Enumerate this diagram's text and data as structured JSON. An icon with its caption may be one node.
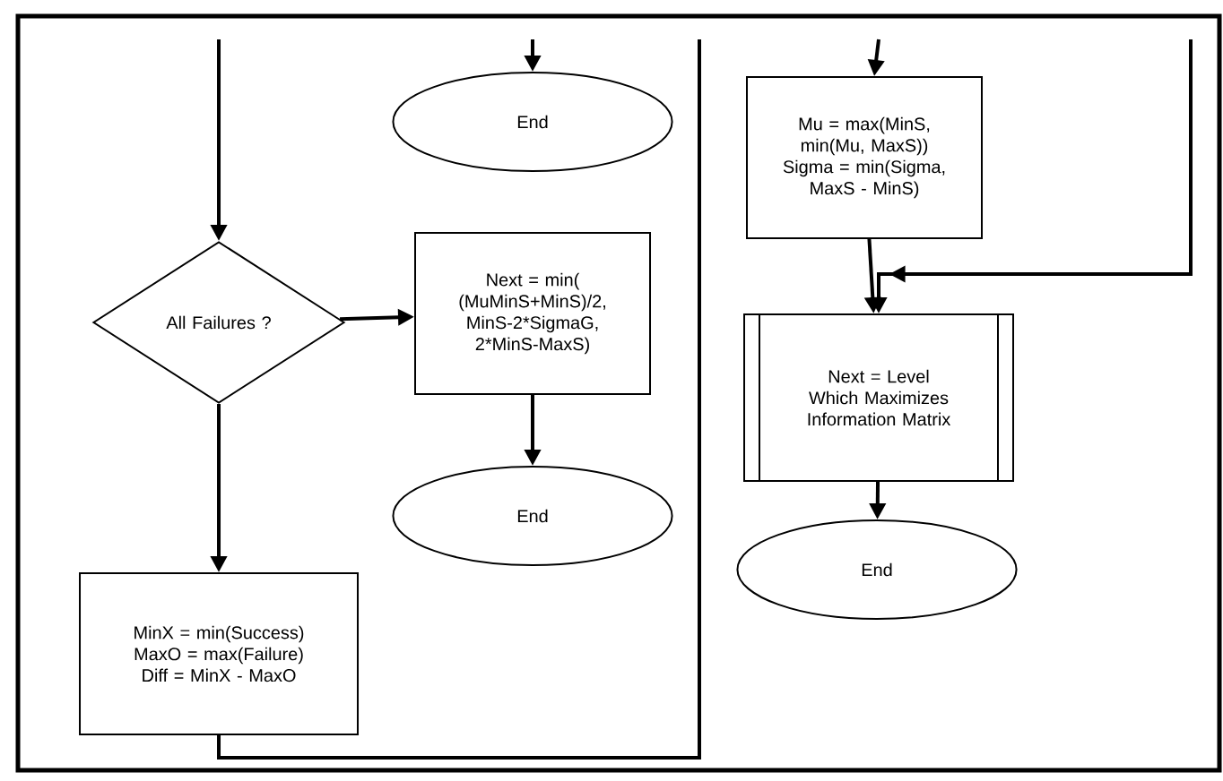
{
  "diagram": {
    "nodes": [
      {
        "text": [
          "End"
        ]
      },
      {
        "text": [
          "All Failures ?"
        ]
      },
      {
        "text": [
          "Next = min( (MuMinS+MinS)/2, MinS-2*SigmaG, 2*MinS-MaxS)"
        ]
      },
      {
        "text": [
          "End"
        ]
      },
      {
        "text": [
          "MinX = min(Success) MaxO = max(Failure) Diff = MinX - MaxO"
        ]
      },
      {
        "text": [
          "Mu = max(MinS, min(Mu, MaxS)) Sigma = min(Sigma, MaxS - MinS)"
        ]
      },
      {
        "text": [
          "Next = Level Which Maximizes Information Matrix"
        ]
      },
      {
        "text": [
          "End"
        ]
      }
    ],
    "edges": [
      {
        "from": null,
        "to": 1,
        "arrow": "to"
      },
      {
        "from": null,
        "to": 0,
        "arrow": "to"
      },
      {
        "from": 1,
        "to": 2,
        "arrow": "to"
      },
      {
        "from": 1,
        "to": 4,
        "arrow": "to"
      },
      {
        "from": 2,
        "to": 3,
        "arrow": "to"
      },
      {
        "from": 4,
        "to": null,
        "arrow": "none"
      },
      {
        "from": null,
        "to": 5,
        "arrow": "to"
      },
      {
        "from": 5,
        "to": 6,
        "arrow": "to"
      },
      {
        "from": null,
        "to": 6,
        "arrow": "to"
      },
      {
        "from": 6,
        "to": 7,
        "arrow": "to"
      }
    ]
  }
}
